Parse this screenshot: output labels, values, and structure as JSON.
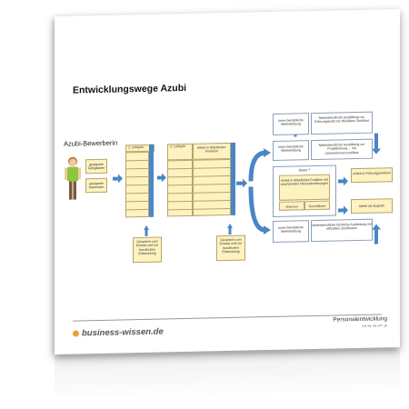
{
  "document": {
    "title": "Entwicklungswege Azubi",
    "applicant_label": "Azubi-Bewerberin",
    "applicant_boxes": [
      "geeignete Fähigkeiten",
      "geeignete Interessen"
    ],
    "year1_label": "1. Lehrjahr",
    "year2_label": "2. Lehrjahr",
    "job_label": "Arbeit in Mitarbeiter-Funktion",
    "talk1": "Gespräch zum Einsatz und zur beruflichen Entwicklung",
    "talk2": "Gespräch zum Einsatz und zur beruflichen Entwicklung",
    "internal_1": "Inner-betriebliche Weiterbildung",
    "external_1": "Nebenberufliche Ausbildung zur Führungskraft mit offiziellem Zertifikat",
    "internal_2": "Inner-betriebliche Weiterbildung",
    "external_2": "Nebenberufliche Ausbildung zur Projektleitung ... mit Unternehmenszertifikat",
    "duration_label": "Dauer ?",
    "center_text": "Arbeit in Mitarbeiter-Funktion mit wachsenden Herausforderungen",
    "sub_left": "Anlernen",
    "sub_right": "Durchführen",
    "internal_3": "Inner-betriebliche Weiterbildung",
    "external_3": "Nebenberufliche fachliche Ausbildung mit offiziellen Zertifikaten",
    "target_1": "Arbeit in Führungsposition",
    "target_2": "Arbeit als Experte",
    "brand": "business-wissen.de",
    "category": "Personalentwicklung",
    "article_no": "Art.-Nr. 86 247 10"
  },
  "colors": {
    "arrow": "#4a86c5",
    "box_fill": "#fdf2c0",
    "brand_dot": "#e8a13a"
  }
}
